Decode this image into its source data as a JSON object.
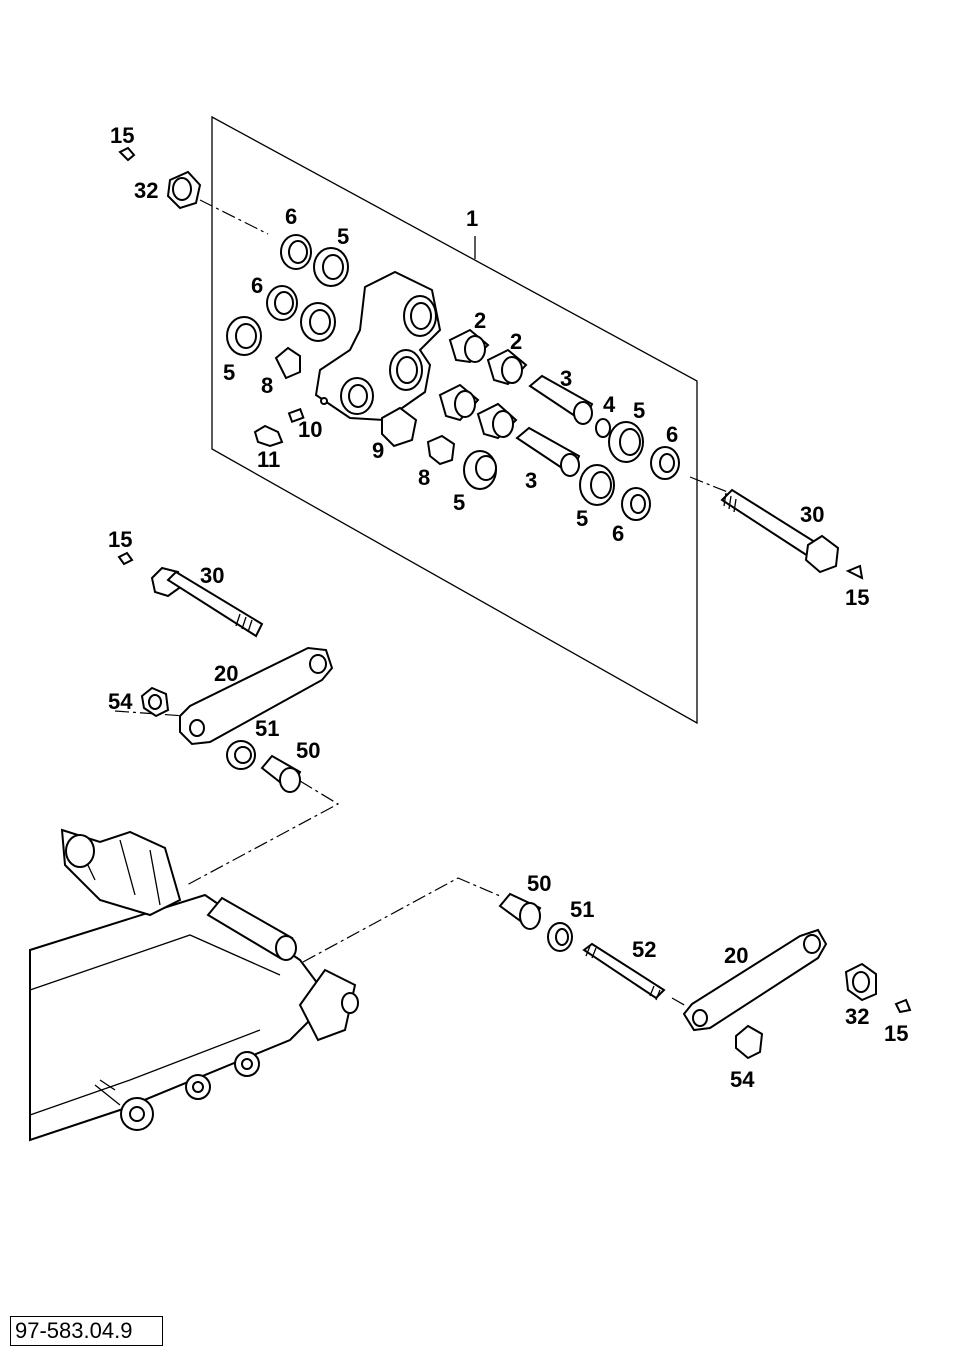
{
  "diagram": {
    "labels": {
      "p1": "1",
      "p2a": "2",
      "p2b": "2",
      "p3a": "3",
      "p3b": "3",
      "p4": "4",
      "p5a": "5",
      "p5b": "5",
      "p5c": "5",
      "p5d": "5",
      "p5e": "5",
      "p6a": "6",
      "p6b": "6",
      "p6c": "6",
      "p6d": "6",
      "p8a": "8",
      "p8b": "8",
      "p9": "9",
      "p10": "10",
      "p11": "11",
      "p15a": "15",
      "p15b": "15",
      "p15c": "15",
      "p15d": "15",
      "p20a": "20",
      "p20b": "20",
      "p30a": "30",
      "p30b": "30",
      "p32a": "32",
      "p32b": "32",
      "p50a": "50",
      "p50b": "50",
      "p51a": "51",
      "p51b": "51",
      "p52": "52",
      "p54a": "54",
      "p54b": "54"
    },
    "reference_code": "97-583.04.9"
  }
}
